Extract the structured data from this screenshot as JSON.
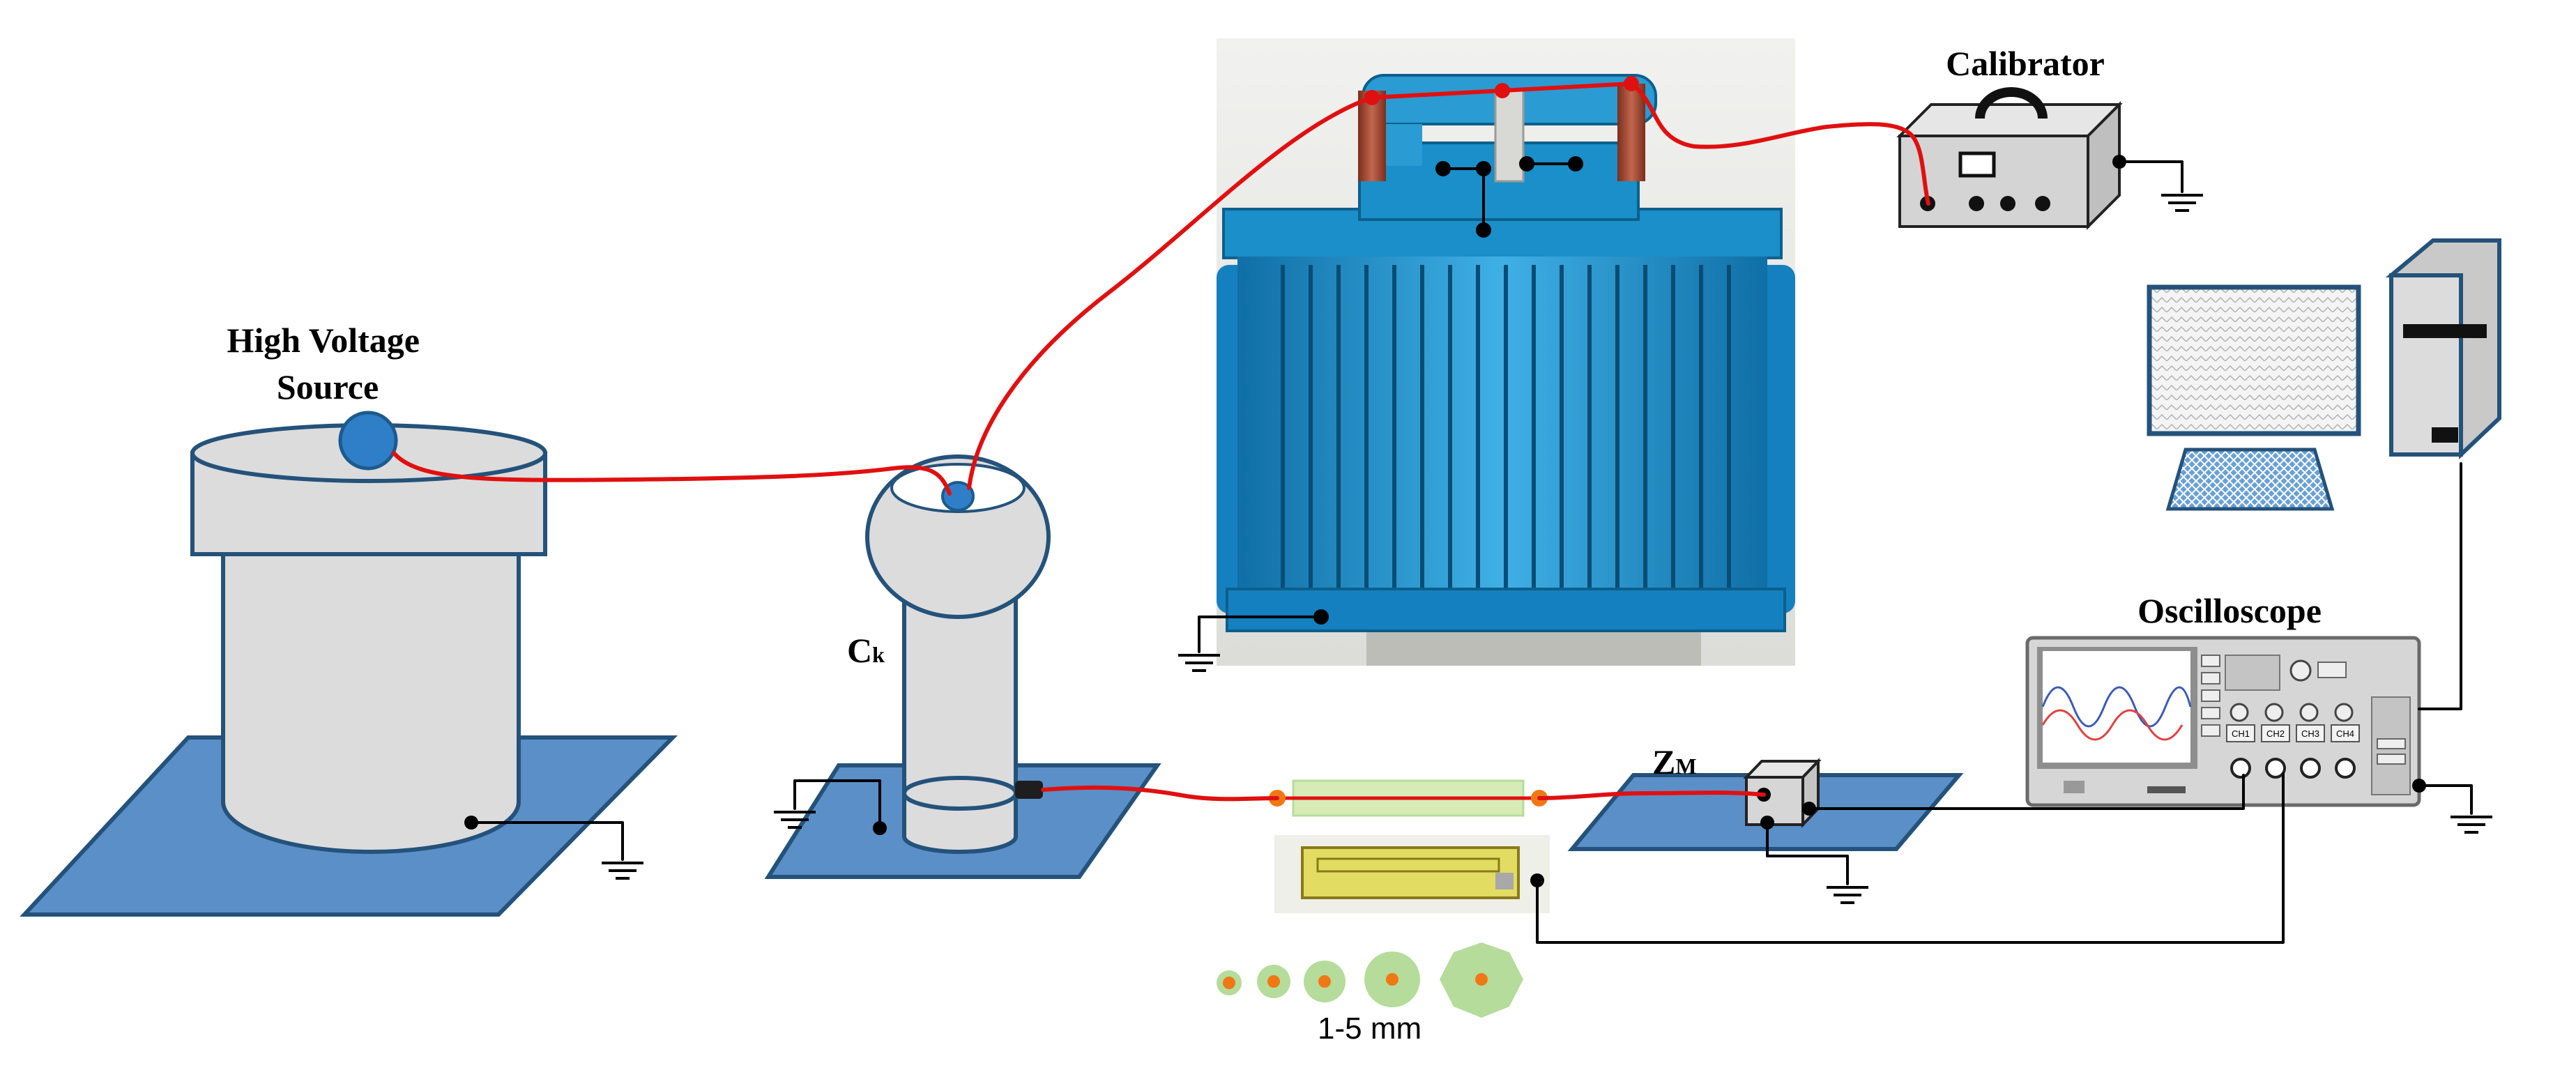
{
  "labels": {
    "high_voltage_source": [
      "High Voltage",
      "Source"
    ],
    "calibrator": "Calibrator",
    "oscilloscope": "Oscilloscope",
    "coupling_capacitor": {
      "main": "C",
      "sub": "k"
    },
    "measuring_impedance": {
      "main": "Z",
      "sub": "M"
    },
    "defect_size": "1-5 mm"
  },
  "oscilloscope_panel": {
    "channels": [
      "CH1",
      "CH2",
      "CH3",
      "CH4"
    ]
  },
  "colors": {
    "wire_hv": "#e01010",
    "wire_signal": "#000000",
    "platform_blue": "#5b8fc7",
    "equipment_gray": "#dcdcdc",
    "outline_blue": "#24527a",
    "transformer_blue": "#1a8fc9",
    "defect_orange": "#f07814",
    "defect_halo": "#b5dc9a",
    "electrode_yellow": "#e2dc62"
  }
}
